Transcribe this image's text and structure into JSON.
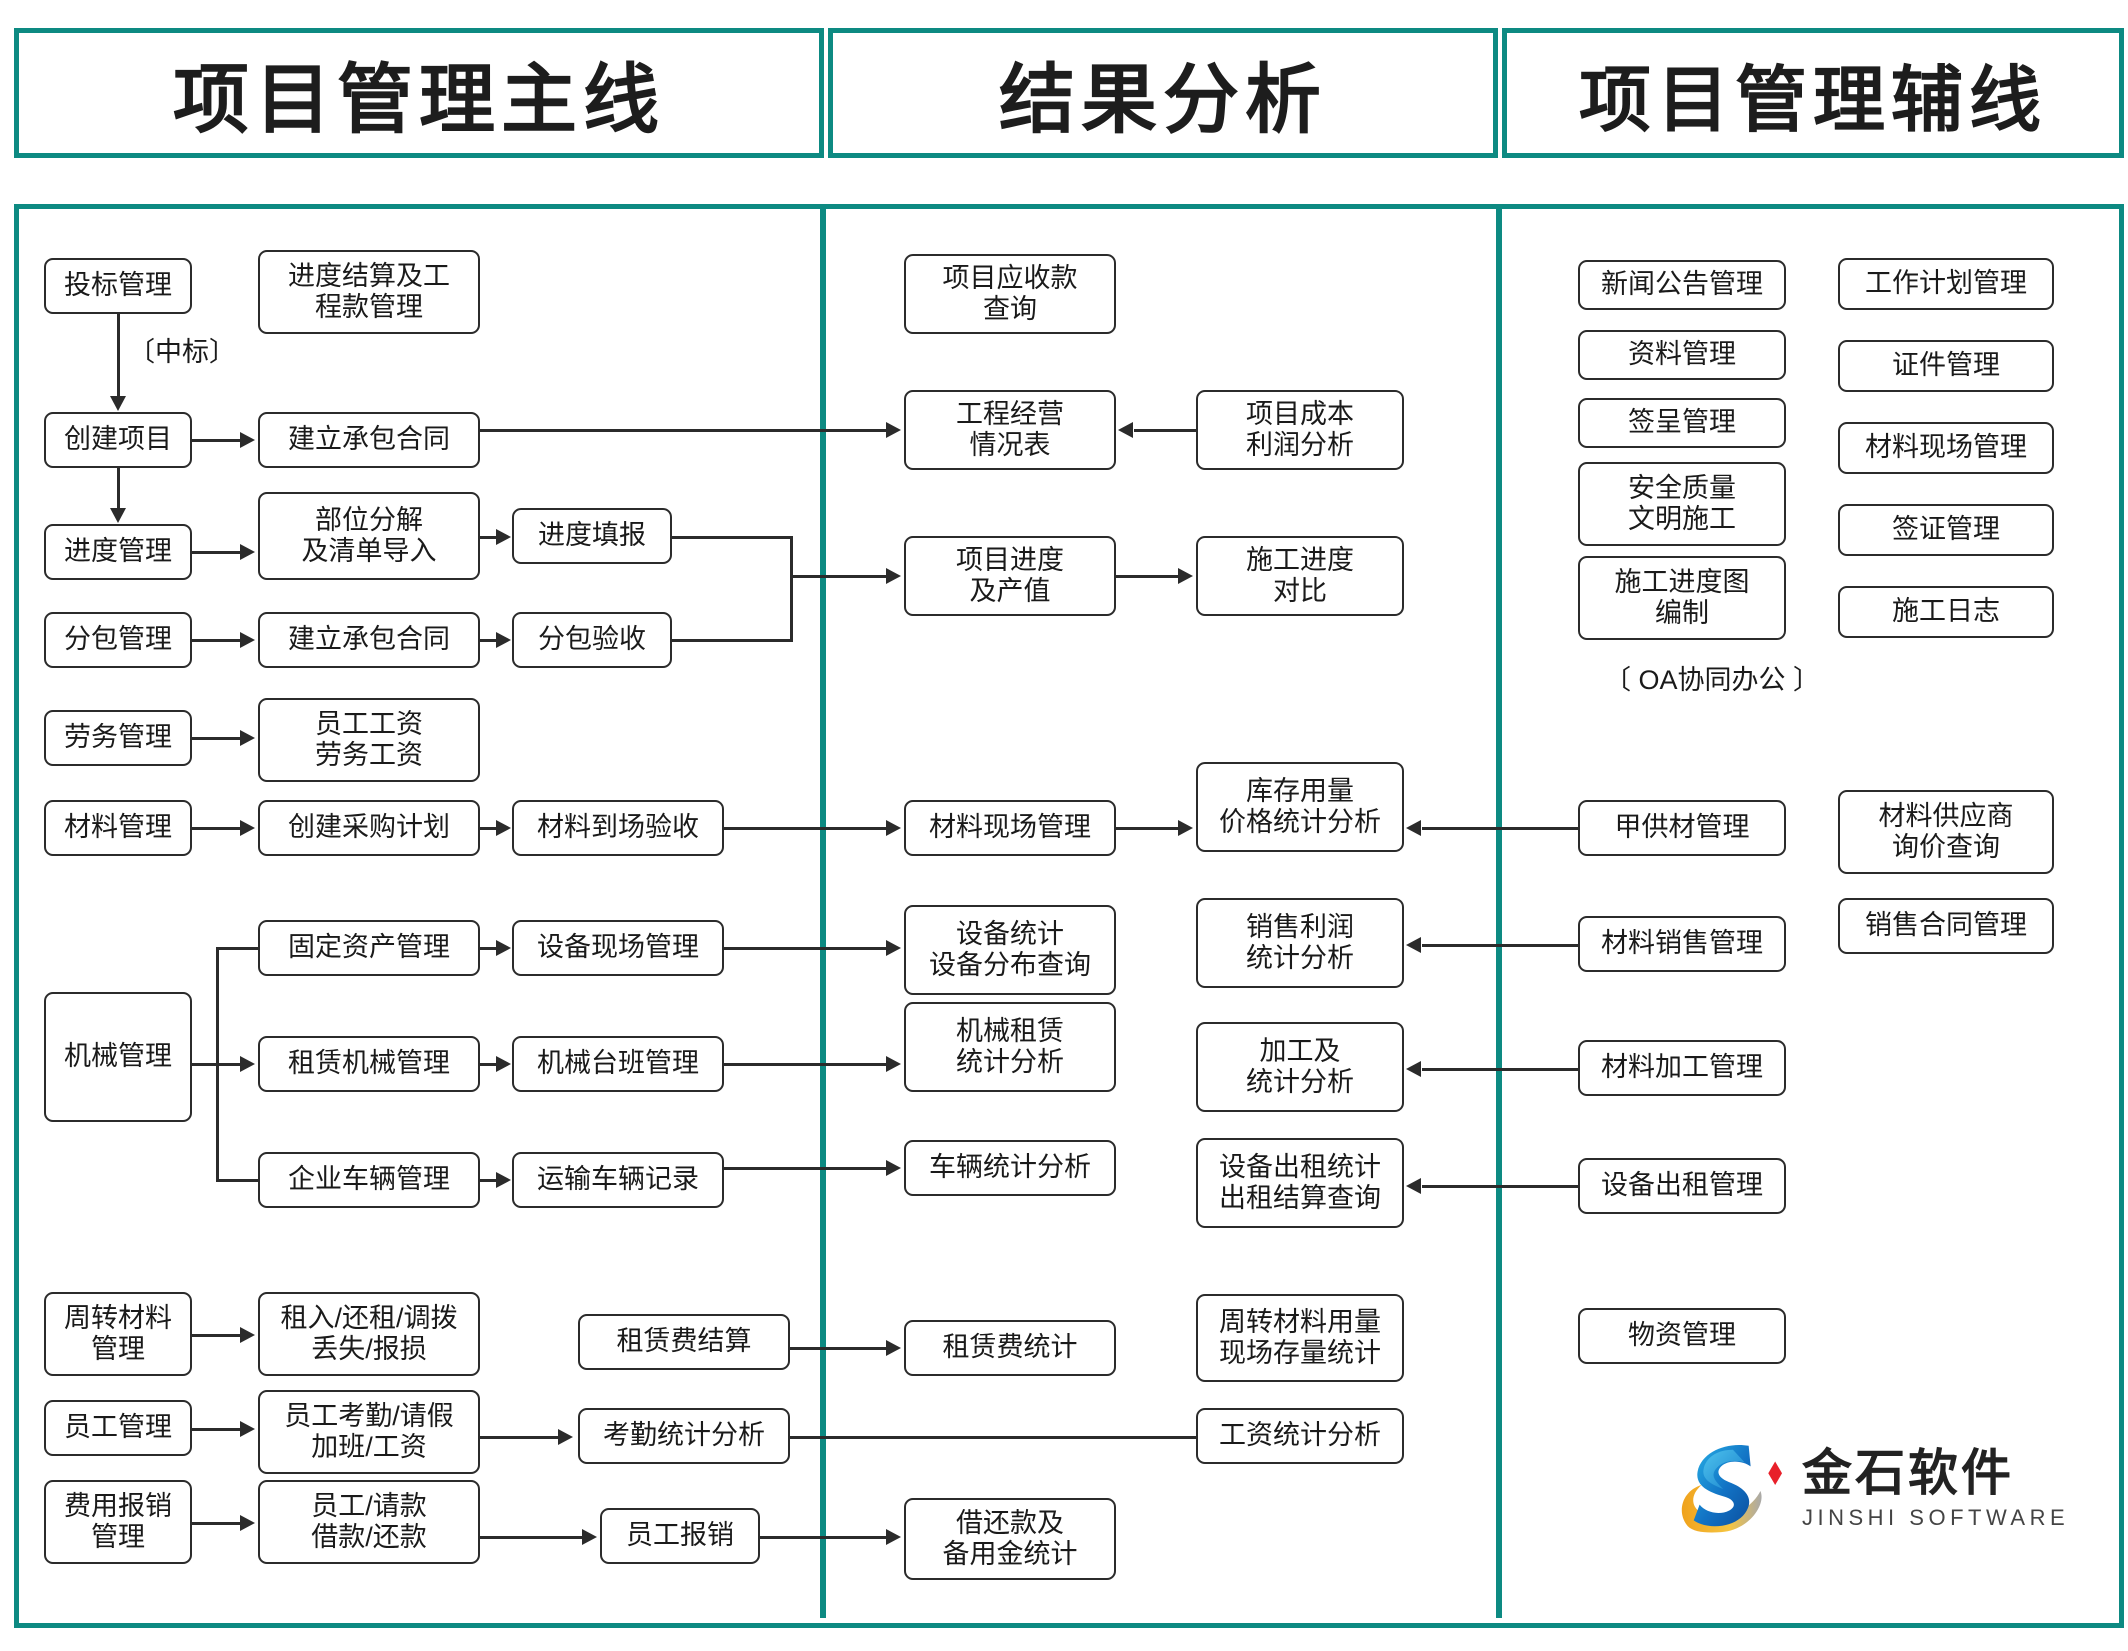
{
  "headers": [
    {
      "title": "项目管理主线"
    },
    {
      "title": "结果分析"
    },
    {
      "title": "项目管理辅线"
    }
  ],
  "colors": {
    "accent": "#0d8a82",
    "box_border": "#2b2b2b",
    "text": "#1a1a1a"
  },
  "annotations": [
    {
      "text": "〔中标〕"
    },
    {
      "text": "〔 OA协同办公 〕"
    }
  ],
  "main_line": {
    "col1": [
      {
        "label": "投标管理"
      },
      {
        "label": "创建项目"
      },
      {
        "label": "进度管理"
      },
      {
        "label": "分包管理"
      },
      {
        "label": "劳务管理"
      },
      {
        "label": "材料管理"
      },
      {
        "label": "机械管理"
      },
      {
        "label": "周转材料\n管理"
      },
      {
        "label": "员工管理"
      },
      {
        "label": "费用报销\n管理"
      }
    ],
    "col2": [
      {
        "label": "进度结算及工\n程款管理"
      },
      {
        "label": "建立承包合同"
      },
      {
        "label": "部位分解\n及清单导入"
      },
      {
        "label": "建立承包合同"
      },
      {
        "label": "员工工资\n劳务工资"
      },
      {
        "label": "创建采购计划"
      },
      {
        "label": "固定资产管理"
      },
      {
        "label": "租赁机械管理"
      },
      {
        "label": "企业车辆管理"
      },
      {
        "label": "租入/还租/调拨\n丢失/报损"
      },
      {
        "label": "员工考勤/请假\n加班/工资"
      },
      {
        "label": "员工/请款\n借款/还款"
      }
    ],
    "col3": [
      {
        "label": "进度填报"
      },
      {
        "label": "分包验收"
      },
      {
        "label": "材料到场验收"
      },
      {
        "label": "设备现场管理"
      },
      {
        "label": "机械台班管理"
      },
      {
        "label": "运输车辆记录"
      },
      {
        "label": "租赁费结算"
      },
      {
        "label": "考勤统计分析"
      },
      {
        "label": "员工报销"
      }
    ]
  },
  "result_analysis": {
    "col1": [
      {
        "label": "项目应收款\n查询"
      },
      {
        "label": "工程经营\n情况表"
      },
      {
        "label": "项目进度\n及产值"
      },
      {
        "label": "材料现场管理"
      },
      {
        "label": "设备统计\n设备分布查询"
      },
      {
        "label": "机械租赁\n统计分析"
      },
      {
        "label": "车辆统计分析"
      },
      {
        "label": "租赁费统计"
      },
      {
        "label": "借还款及\n备用金统计"
      }
    ],
    "col2": [
      {
        "label": "项目成本\n利润分析"
      },
      {
        "label": "施工进度\n对比"
      },
      {
        "label": "库存用量\n价格统计分析"
      },
      {
        "label": "销售利润\n统计分析"
      },
      {
        "label": "加工及\n统计分析"
      },
      {
        "label": "设备出租统计\n出租结算查询"
      },
      {
        "label": "周转材料用量\n现场存量统计"
      },
      {
        "label": "工资统计分析"
      }
    ]
  },
  "aux_line": {
    "col1": [
      {
        "label": "新闻公告管理"
      },
      {
        "label": "资料管理"
      },
      {
        "label": "签呈管理"
      },
      {
        "label": "安全质量\n文明施工"
      },
      {
        "label": "施工进度图\n编制"
      },
      {
        "label": "甲供材管理"
      },
      {
        "label": "材料销售管理"
      },
      {
        "label": "材料加工管理"
      },
      {
        "label": "设备出租管理"
      },
      {
        "label": "物资管理"
      }
    ],
    "col2": [
      {
        "label": "工作计划管理"
      },
      {
        "label": "证件管理"
      },
      {
        "label": "材料现场管理"
      },
      {
        "label": "签证管理"
      },
      {
        "label": "施工日志"
      },
      {
        "label": "材料供应商\n询价查询"
      },
      {
        "label": "销售合同管理"
      }
    ]
  },
  "logo": {
    "cn": "金石软件",
    "en": "JINSHI SOFTWARE"
  }
}
